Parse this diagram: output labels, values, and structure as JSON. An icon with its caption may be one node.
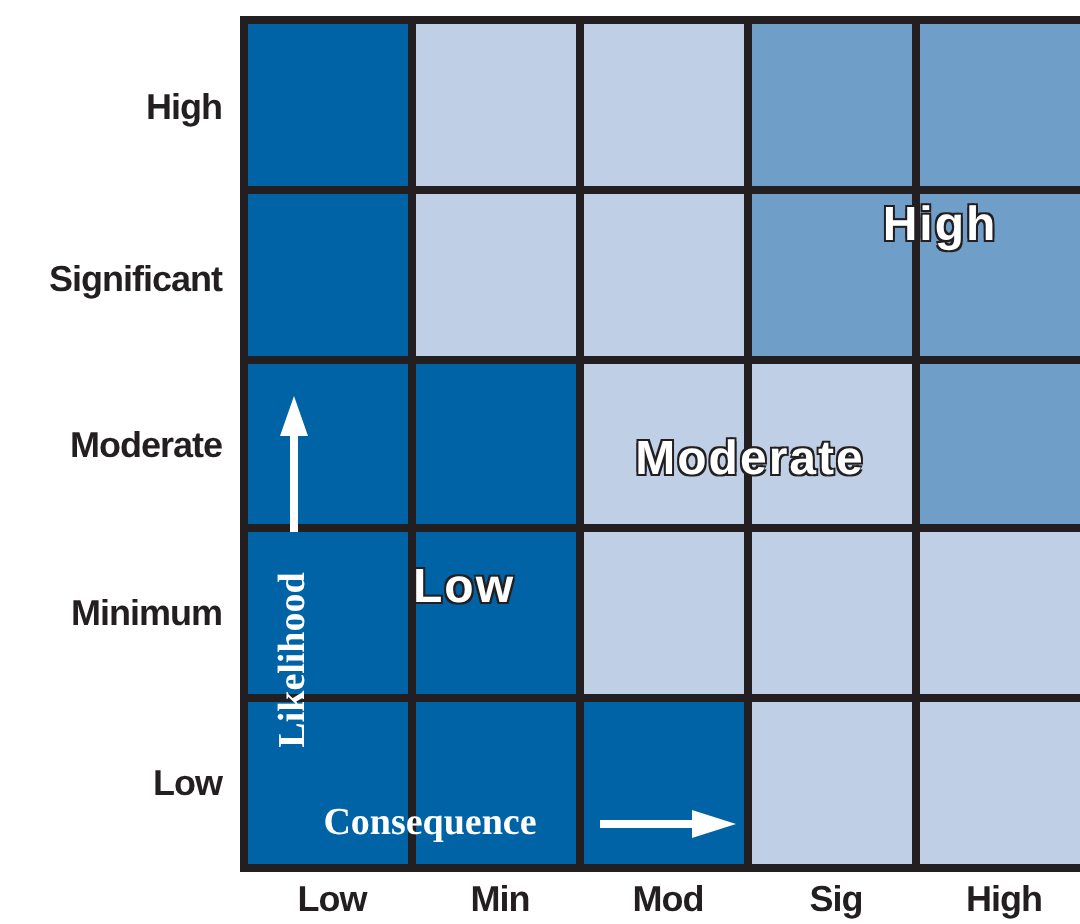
{
  "diagram": {
    "labels": [
      "High",
      "High",
      "Significant",
      "Moderate",
      "Moderate",
      "Minimum",
      "Low",
      "Likelihood",
      "Low",
      "Consequence",
      "Low",
      "Min",
      "Mod",
      "Sig",
      "High"
    ]
  }
}
